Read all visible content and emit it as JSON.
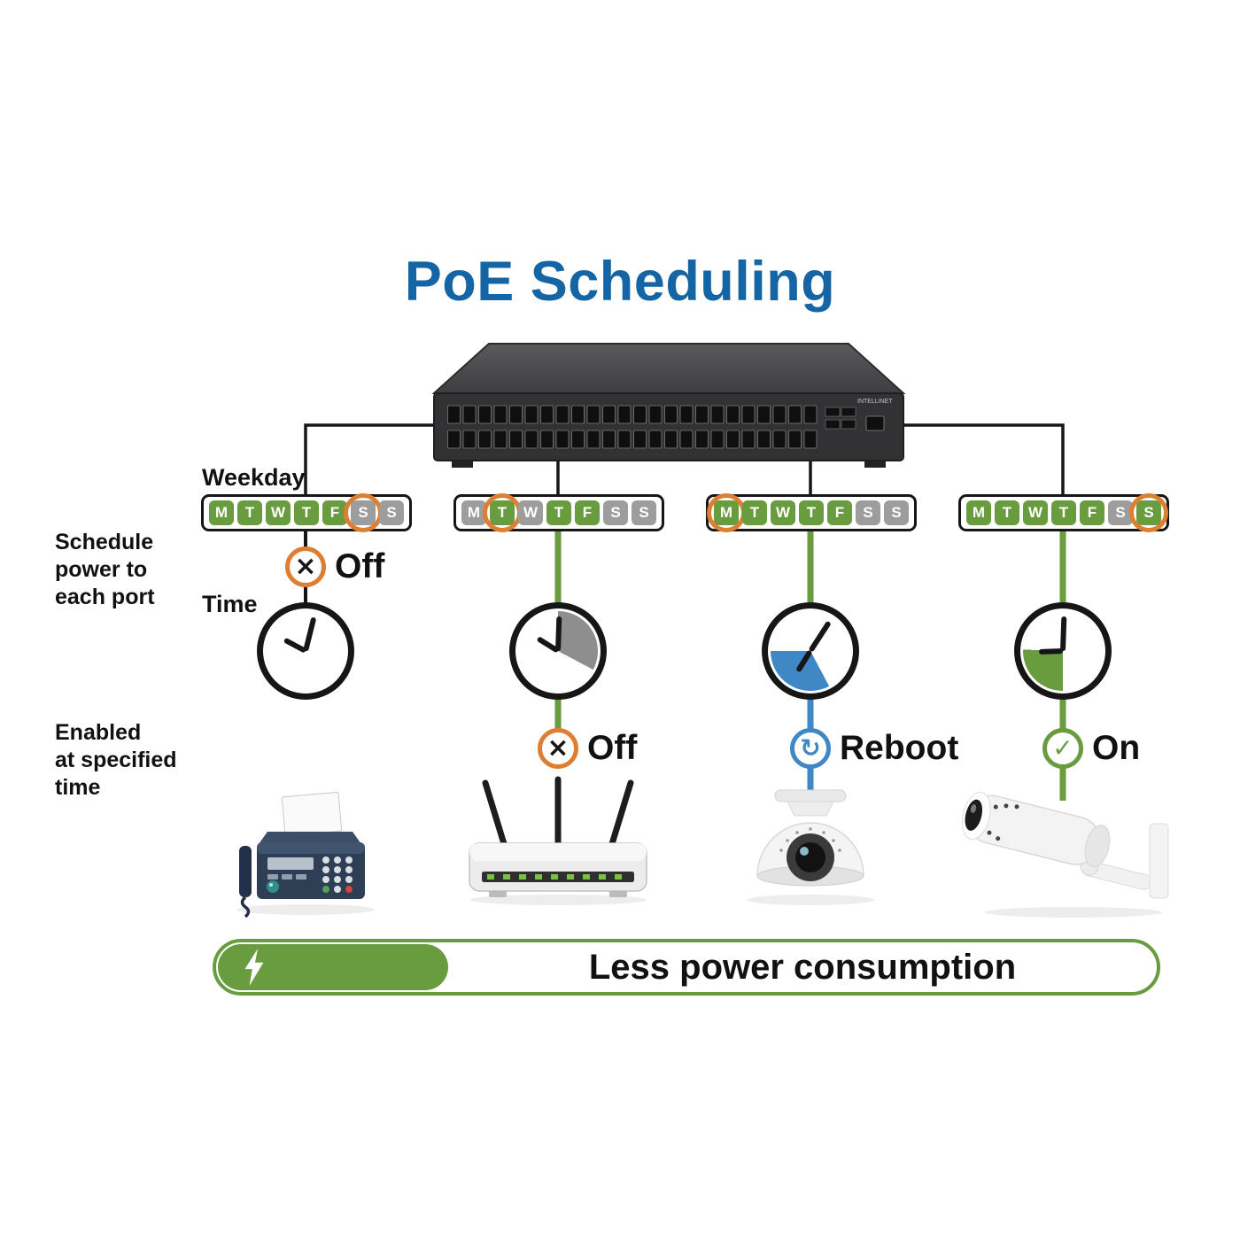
{
  "title": "PoE Scheduling",
  "side_labels": {
    "weekday": "Weekday",
    "schedule": "Schedule\npower to\neach port",
    "time": "Time",
    "enabled": "Enabled\nat specified\ntime"
  },
  "switch": {
    "brand": "INTELLINET"
  },
  "days": [
    "M",
    "T",
    "W",
    "T",
    "F",
    "S",
    "S"
  ],
  "branches": [
    {
      "device": "fax-machine",
      "day_states": [
        "on",
        "on",
        "on",
        "on",
        "on",
        "off circled",
        "off"
      ],
      "action_label": "Off",
      "action_glyph": "×",
      "action_color": "orange",
      "clock_fill": "none"
    },
    {
      "device": "wireless-router",
      "day_states": [
        "off",
        "on circled",
        "off",
        "on",
        "on",
        "off",
        "off"
      ],
      "action_label": "Off",
      "action_glyph": "×",
      "action_color": "orange",
      "clock_fill": "gray"
    },
    {
      "device": "dome-camera",
      "day_states": [
        "on circled",
        "on",
        "on",
        "on",
        "on",
        "off",
        "off"
      ],
      "action_label": "Reboot",
      "action_glyph": "↻",
      "action_color": "blue",
      "clock_fill": "blue"
    },
    {
      "device": "bullet-camera",
      "day_states": [
        "on",
        "on",
        "on",
        "on",
        "on",
        "off",
        "on circled"
      ],
      "action_label": "On",
      "action_glyph": "✓",
      "action_color": "green",
      "clock_fill": "green"
    }
  ],
  "banner": {
    "text": "Less power consumption"
  },
  "colors": {
    "title_blue": "#1565a5",
    "green": "#699b3f",
    "gray": "#9d9d9d",
    "orange": "#dd7f33",
    "blue": "#3f87c5"
  }
}
